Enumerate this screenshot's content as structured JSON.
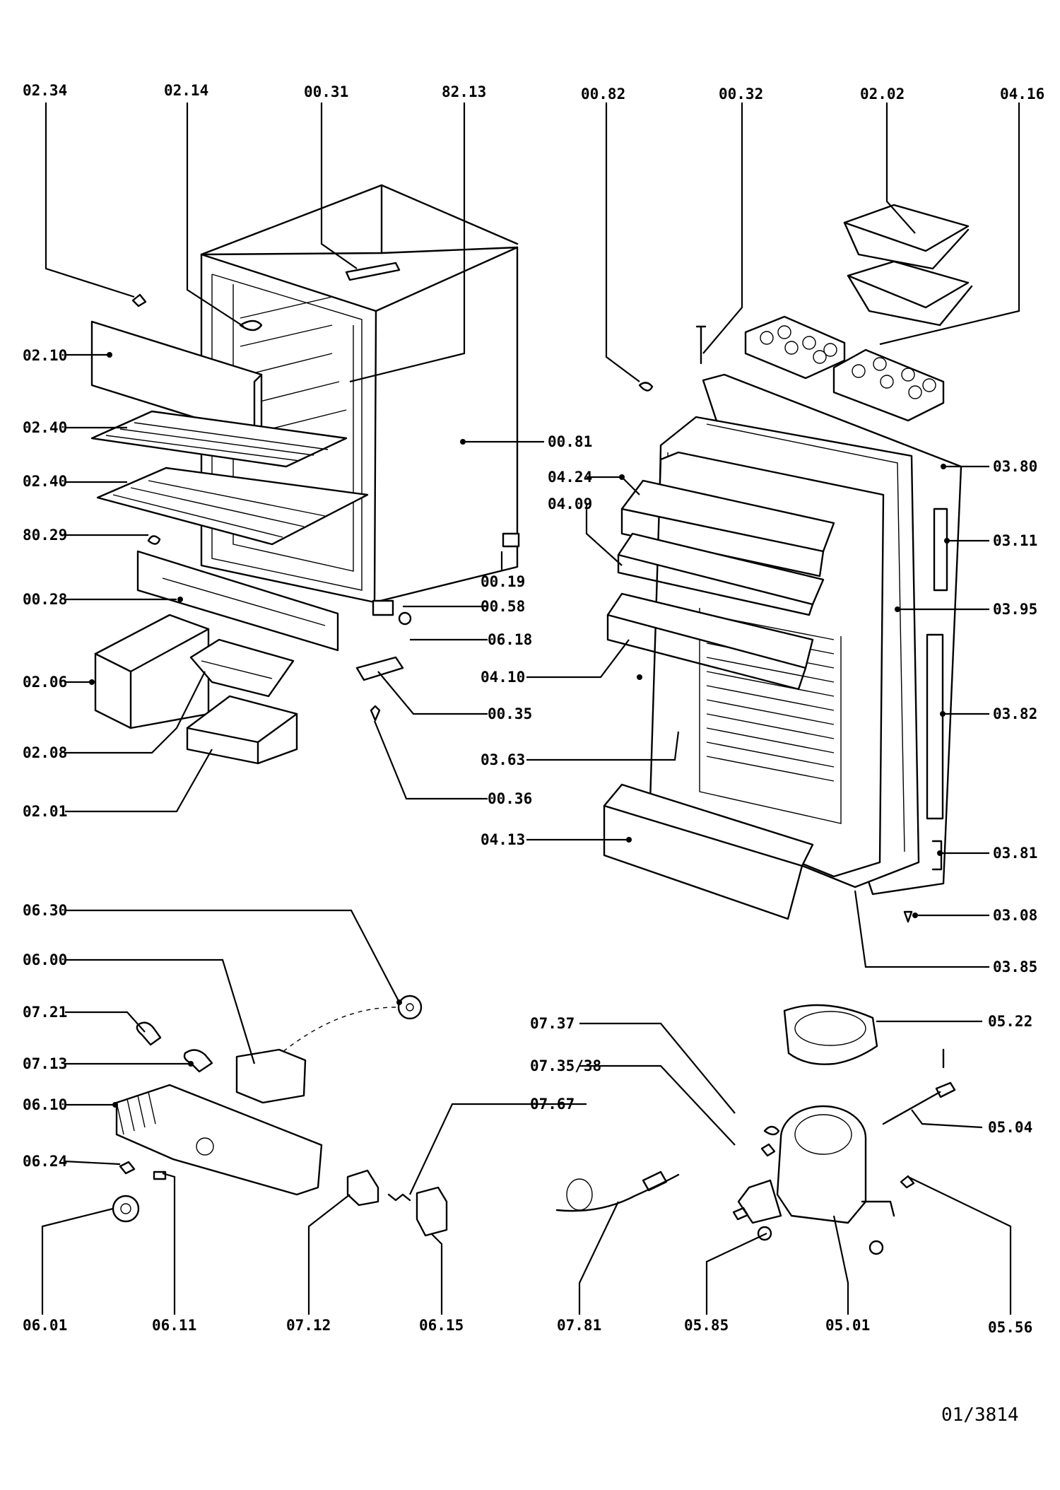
{
  "labels": {
    "l0234": "02.34",
    "l0214": "02.14",
    "l0031": "00.31",
    "l8213": "82.13",
    "l0082": "00.82",
    "l0032": "00.32",
    "l0202": "02.02",
    "l0416": "04.16",
    "l0210": "02.10",
    "l0240a": "02.40",
    "l0240b": "02.40",
    "l8029": "80.29",
    "l0028": "00.28",
    "l0081": "00.81",
    "l0019": "00.19",
    "l0058": "00.58",
    "l0618": "06.18",
    "l0035": "00.35",
    "l0036": "00.36",
    "l0206": "02.06",
    "l0208": "02.08",
    "l0201": "02.01",
    "l0424": "04.24",
    "l0409": "04.09",
    "l0410": "04.10",
    "l0363": "03.63",
    "l0413": "04.13",
    "l0380": "03.80",
    "l0311": "03.11",
    "l0395": "03.95",
    "l0382": "03.82",
    "l0381": "03.81",
    "l0308": "03.08",
    "l0385": "03.85",
    "l0630": "06.30",
    "l0600": "06.00",
    "l0721": "07.21",
    "l0713": "07.13",
    "l0610": "06.10",
    "l0624": "06.24",
    "l0601": "06.01",
    "l0611": "06.11",
    "l0712": "07.12",
    "l0615": "06.15",
    "l0737": "07.37",
    "l0735": "07.35/38",
    "l0767": "07.67",
    "l0781": "07.81",
    "l0585": "05.85",
    "l0501": "05.01",
    "l0522": "05.22",
    "l0504": "05.04",
    "l0556": "05.56"
  },
  "reference": "01/3814"
}
